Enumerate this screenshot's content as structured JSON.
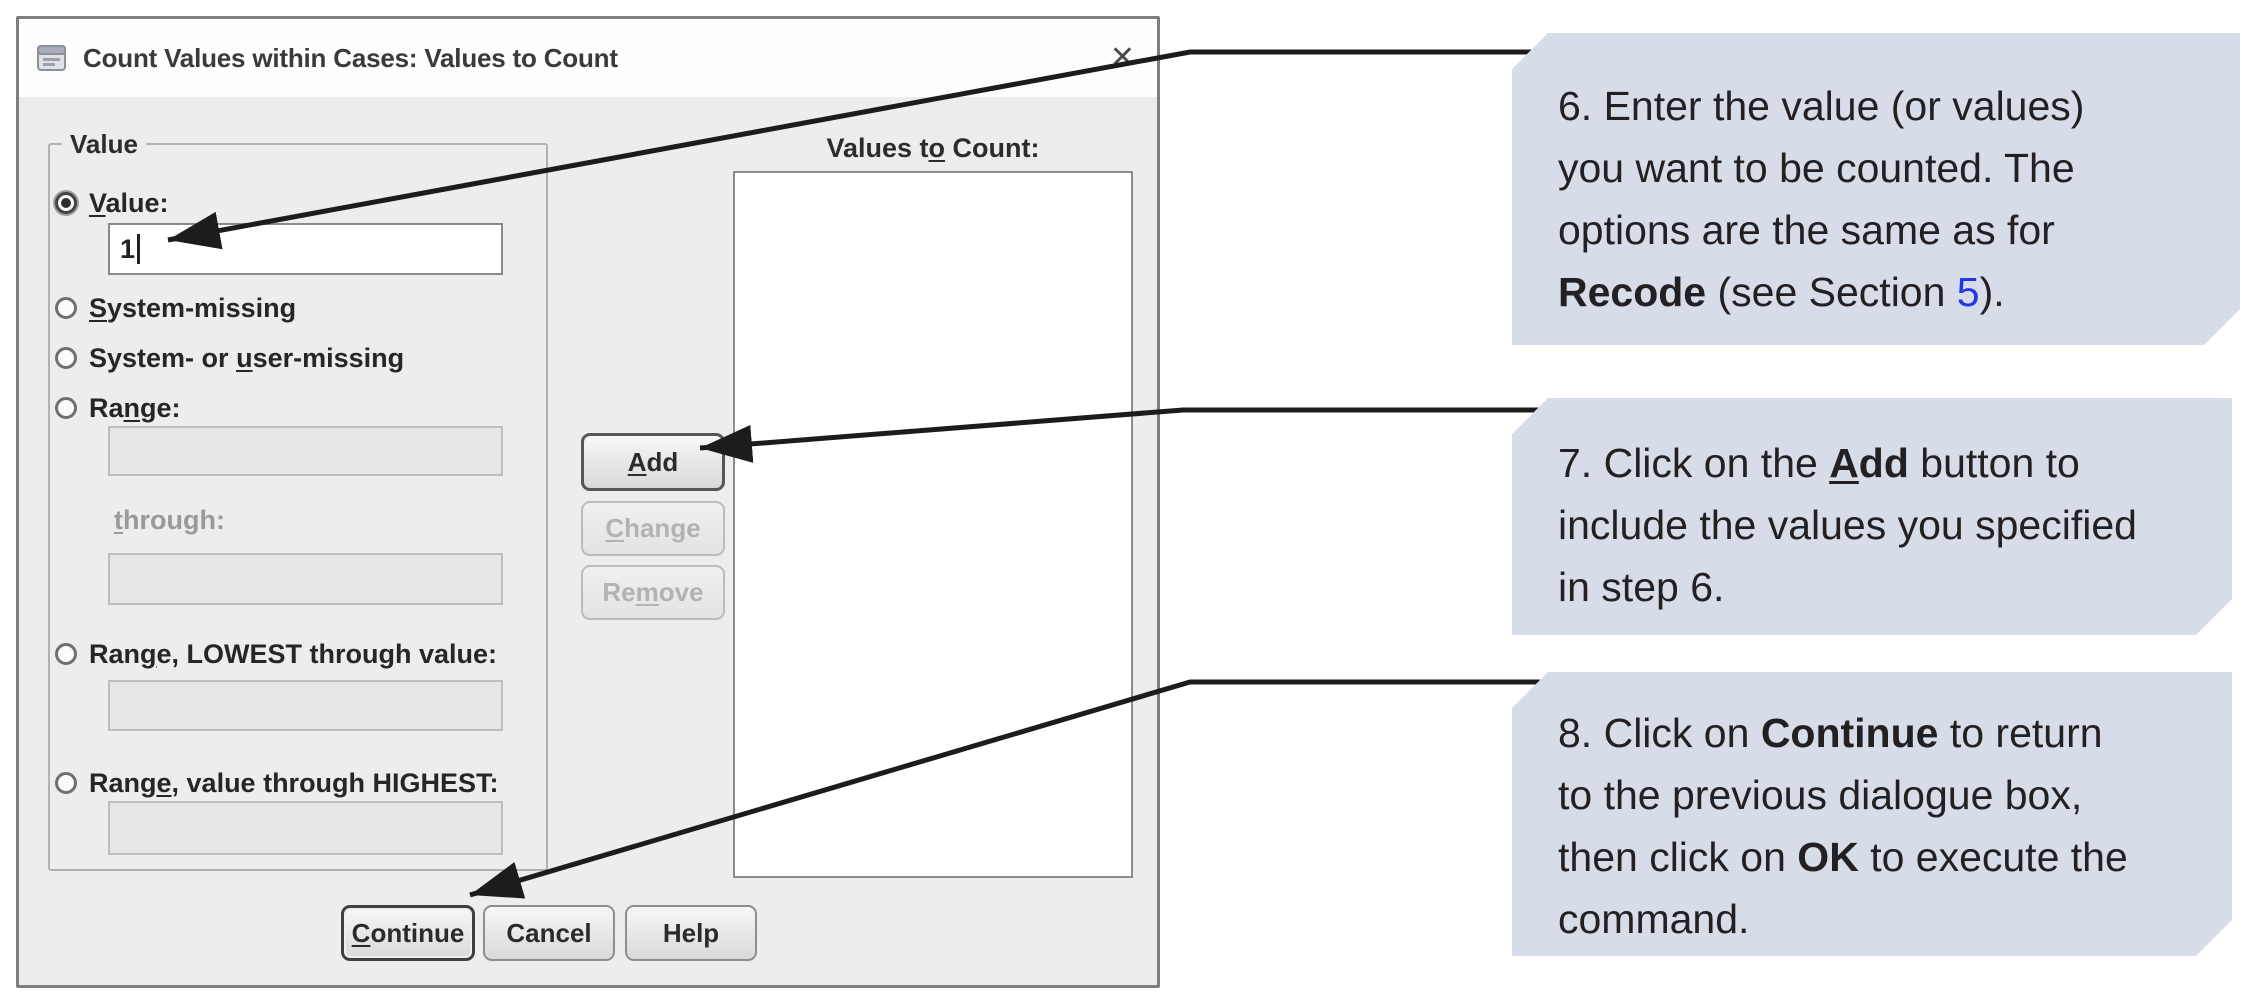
{
  "window": {
    "title": "Count Values within Cases: Values to Count",
    "close_glyph": "✕"
  },
  "dialog": {
    "group_label": "Value",
    "radio_value": {
      "text": "Value:",
      "u": 0
    },
    "value_input": "1",
    "radio_sysmis": {
      "text": "System-missing",
      "u": 0
    },
    "radio_sysuser": {
      "text": "System- or user-missing",
      "u": 11
    },
    "radio_range": {
      "text": "Range:",
      "u": 2
    },
    "through_label": {
      "text": "through:",
      "u": 0
    },
    "radio_lowest": {
      "text": "Range, LOWEST through value:",
      "u": 3
    },
    "radio_highest": {
      "text": "Range, value through HIGHEST:",
      "u": 4
    },
    "add_button": {
      "text": "Add",
      "u": 0
    },
    "change_button": {
      "text": "Change",
      "u": 0
    },
    "remove_button": {
      "text": "Remove",
      "u": 2
    },
    "list_label": {
      "text": "Values to Count:",
      "u": 8
    },
    "continue_button": {
      "text": "Continue",
      "u": 0
    },
    "cancel_button": {
      "text": "Cancel"
    },
    "help_button": {
      "text": "Help"
    }
  },
  "notes": [
    {
      "lines": [
        [
          {
            "t": "6. Enter the value (or values)"
          }
        ],
        [
          {
            "t": "you want to be counted. The"
          }
        ],
        [
          {
            "t": "options are the same as for"
          }
        ],
        [
          {
            "t": "Recode",
            "b": 1
          },
          {
            "t": " (see Section "
          },
          {
            "t": "5",
            "link": 1
          },
          {
            "t": ")."
          }
        ]
      ]
    },
    {
      "lines": [
        [
          {
            "t": "7. Click on the "
          },
          {
            "t": "A",
            "b": 1,
            "u": 1
          },
          {
            "t": "dd",
            "b": 1
          },
          {
            "t": " button to"
          }
        ],
        [
          {
            "t": "include the values you specified"
          }
        ],
        [
          {
            "t": "in step 6."
          }
        ]
      ]
    },
    {
      "lines": [
        [
          {
            "t": "8. Click on "
          },
          {
            "t": "Continue",
            "b": 1
          },
          {
            "t": " to return"
          }
        ],
        [
          {
            "t": "to the previous dialogue box,"
          }
        ],
        [
          {
            "t": "then click on "
          },
          {
            "t": "OK",
            "b": 1
          },
          {
            "t": " to execute the"
          }
        ],
        [
          {
            "t": "command."
          }
        ]
      ]
    }
  ],
  "colors": {
    "note_bg": "#d7dde8",
    "link_blue": "#2336e8",
    "arrow": "#1c1c1c"
  }
}
